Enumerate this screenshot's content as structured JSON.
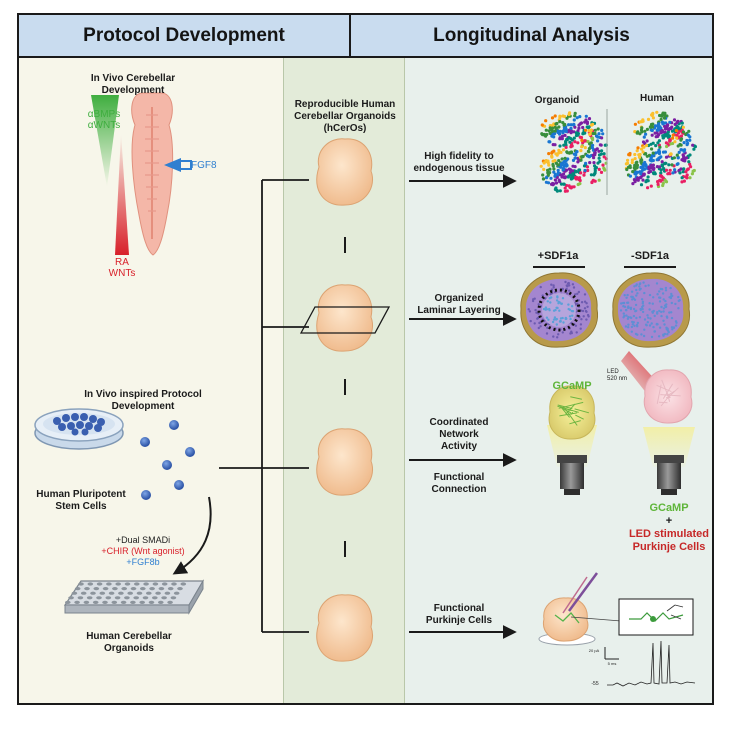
{
  "header": {
    "left_title": "Protocol Development",
    "right_title": "Longitudinal Analysis"
  },
  "left_panel": {
    "invivo_title_line1": "In Vivo Cerebellar",
    "invivo_title_line2": "Development",
    "top_factor_1": "αBMPs",
    "top_factor_2": "αWNTs",
    "fgf8": "FGF8",
    "bottom_factor_1": "RA",
    "bottom_factor_2": "WNTs",
    "protocol_title_line1": "In Vivo inspired Protocol",
    "protocol_title_line2": "Development",
    "stem_cells_line1": "Human Pluripotent",
    "stem_cells_line2": "Stem Cells",
    "treatment_1": "+Dual SMADi",
    "treatment_2": "+CHIR (Wnt agonist)",
    "treatment_3": "+FGF8b",
    "plate_label_line1": "Human Cerebellar",
    "plate_label_line2": "Organoids"
  },
  "mid_panel": {
    "title_line1": "Reproducible Human",
    "title_line2": "Cerebellar Organoids",
    "title_line3": "(hCerOs)"
  },
  "right_panel": {
    "row1_line1": "High fidelity to",
    "row1_line2": "endogenous tissue",
    "umap_organoid": "Organoid",
    "umap_human": "Human",
    "row2_line1": "Organized",
    "row2_line2": "Laminar Layering",
    "sdf_plus": "+SDF1a",
    "sdf_minus": "-SDF1a",
    "row3_line1": "Coordinated",
    "row3_line2": "Network",
    "row3_line3": "Activity",
    "row3_line4": "Functional",
    "row3_line5": "Connection",
    "gcamp_1": "GCaMP",
    "led_line1": "LED",
    "led_line2": "520 nm",
    "gcamp_2": "GCaMP",
    "plus": "+",
    "led_stim_line1": "LED stimulated",
    "led_stim_line2": "Purkinje Cells",
    "row4_line1": "Functional",
    "row4_line2": "Purkinje Cells",
    "scale_label": "20 pA",
    "time_label": "5 ms",
    "potential_label": "-55"
  },
  "colors": {
    "header_bg": "#c9dcef",
    "green_factor": "#3fae3f",
    "blue_factor": "#2f7fd0",
    "red_factor": "#d8202a",
    "organoid_fill": "#f7cfa6",
    "gcamp_green": "#5fb53a",
    "led_red": "#c62828"
  }
}
